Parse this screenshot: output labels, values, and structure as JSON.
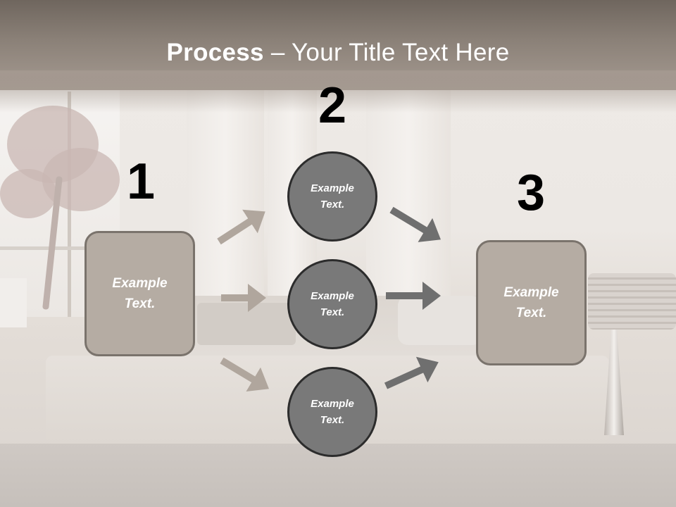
{
  "slide": {
    "title_bold": "Process",
    "title_rest": " – Your Title Text Here"
  },
  "steps": {
    "n1": "1",
    "n2": "2",
    "n3": "3"
  },
  "box1": {
    "line1": "Example",
    "line2": "Text."
  },
  "box3": {
    "line1": "Example",
    "line2": "Text."
  },
  "circles": [
    {
      "line1": "Example",
      "line2": "Text."
    },
    {
      "line1": "Example",
      "line2": "Text."
    },
    {
      "line1": "Example",
      "line2": "Text."
    }
  ],
  "colors": {
    "box_fill": "#b5aca3",
    "circle_fill": "#797979",
    "arrow_left": "#b0a69d",
    "arrow_right": "#6f6f6f",
    "header": "#8b8178"
  }
}
